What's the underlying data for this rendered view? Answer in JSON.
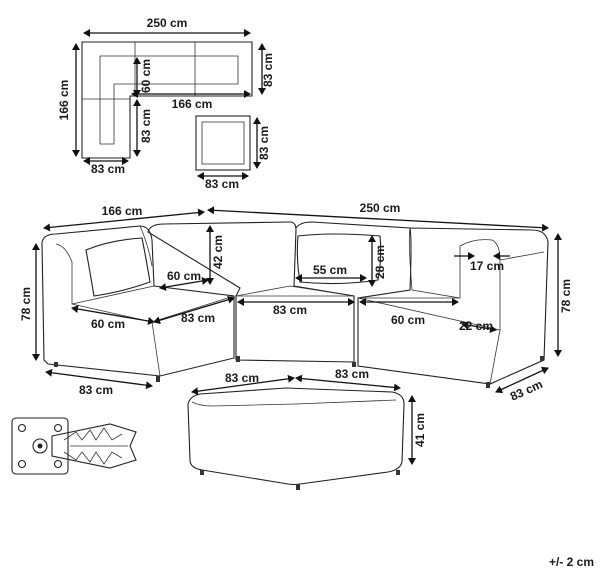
{
  "plan": {
    "top_width": "250 cm",
    "left_height": "166 cm",
    "inner_depth": "60 cm",
    "inner_width": "166 cm",
    "right_depth": "83 cm",
    "left_lower": "83 cm",
    "left_width": "83 cm",
    "ottoman_depth": "83 cm",
    "ottoman_width": "83 cm"
  },
  "sofa": {
    "left_total": "166 cm",
    "right_total": "250 cm",
    "back_height": "42 cm",
    "arm_inner": "60 cm",
    "cushion_width": "55 cm",
    "cushion_height": "28 cm",
    "arm_width": "17 cm",
    "left_height": "78 cm",
    "right_height": "78 cm",
    "left_seat_depth": "60 cm",
    "left_seat_width": "83 cm",
    "middle_seat": "83 cm",
    "right_seat_depth": "60 cm",
    "right_arm_depth": "22 cm",
    "left_module": "83 cm",
    "right_module": "83 cm"
  },
  "ottoman": {
    "depth": "83 cm",
    "width": "83 cm",
    "height": "41 cm"
  },
  "tolerance": "+/- 2 cm"
}
